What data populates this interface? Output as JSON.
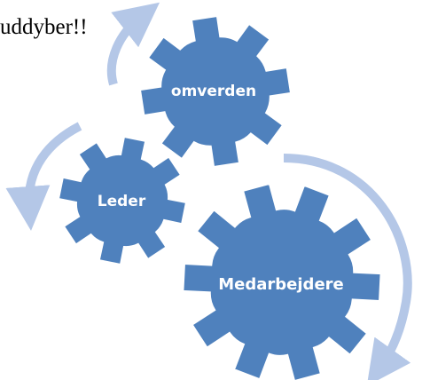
{
  "caption": "uddyber!!",
  "gears": [
    {
      "id": "omverden",
      "label": "omverden"
    },
    {
      "id": "leder",
      "label": "Leder"
    },
    {
      "id": "medarbejdere",
      "label": "Medarbejdere"
    }
  ],
  "colors": {
    "gear_fill": "#4f81bd",
    "gear_stroke": "#ffffff",
    "arrow": "#b4c7e7",
    "label": "#ffffff",
    "background": "#ffffff"
  }
}
